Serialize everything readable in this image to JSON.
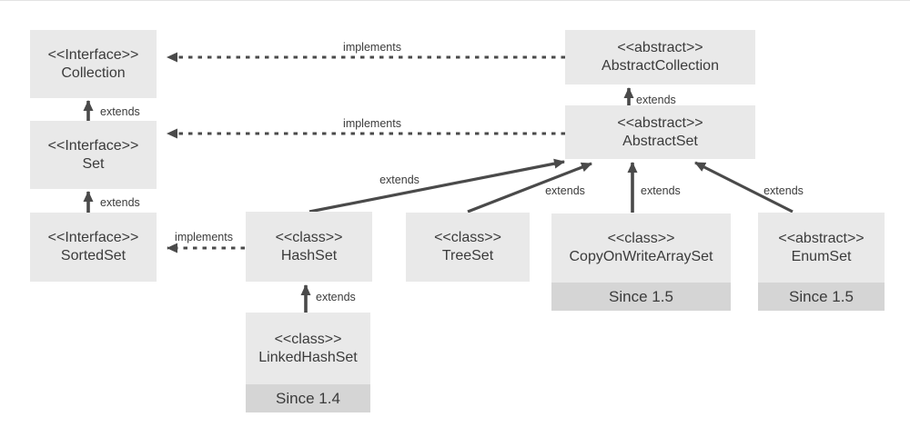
{
  "colors": {
    "node_fill": "#e9e9e9",
    "badge_fill": "#d5d5d5",
    "text": "#3b3b3b",
    "arrow": "#4a4a4a",
    "background": "#ffffff",
    "top_rule": "#e3e3e3"
  },
  "diagram": {
    "type": "uml-class-hierarchy",
    "nodes": [
      {
        "id": "collection",
        "stereotype": "<<Interface>>",
        "name": "Collection"
      },
      {
        "id": "set",
        "stereotype": "<<Interface>>",
        "name": "Set"
      },
      {
        "id": "sortedset",
        "stereotype": "<<Interface>>",
        "name": "SortedSet"
      },
      {
        "id": "abstractcollection",
        "stereotype": "<<abstract>>",
        "name": "AbstractCollection"
      },
      {
        "id": "abstractset",
        "stereotype": "<<abstract>>",
        "name": "AbstractSet"
      },
      {
        "id": "hashset",
        "stereotype": "<<class>>",
        "name": "HashSet"
      },
      {
        "id": "treeset",
        "stereotype": "<<class>>",
        "name": "TreeSet"
      },
      {
        "id": "copyonwritearrayset",
        "stereotype": "<<class>>",
        "name": "CopyOnWriteArraySet",
        "badge": "Since 1.5"
      },
      {
        "id": "enumset",
        "stereotype": "<<abstract>>",
        "name": "EnumSet",
        "badge": "Since 1.5"
      },
      {
        "id": "linkedhashset",
        "stereotype": "<<class>>",
        "name": "LinkedHashSet",
        "badge": "Since 1.4"
      }
    ],
    "edges": [
      {
        "from": "Set",
        "to": "Collection",
        "label": "extends",
        "style": "solid"
      },
      {
        "from": "SortedSet",
        "to": "Set",
        "label": "extends",
        "style": "solid"
      },
      {
        "from": "AbstractCollection",
        "to": "Collection",
        "label": "implements",
        "style": "dashed"
      },
      {
        "from": "AbstractSet",
        "to": "AbstractCollection",
        "label": "extends",
        "style": "solid"
      },
      {
        "from": "AbstractSet",
        "to": "Set",
        "label": "implements",
        "style": "dashed"
      },
      {
        "from": "HashSet",
        "to": "SortedSet",
        "label": "implements",
        "style": "dashed"
      },
      {
        "from": "HashSet",
        "to": "AbstractSet",
        "label": "extends",
        "style": "solid"
      },
      {
        "from": "TreeSet",
        "to": "AbstractSet",
        "label": "extends",
        "style": "solid"
      },
      {
        "from": "CopyOnWriteArraySet",
        "to": "AbstractSet",
        "label": "extends",
        "style": "solid"
      },
      {
        "from": "EnumSet",
        "to": "AbstractSet",
        "label": "extends",
        "style": "solid"
      },
      {
        "from": "LinkedHashSet",
        "to": "HashSet",
        "label": "extends",
        "style": "solid"
      }
    ]
  }
}
